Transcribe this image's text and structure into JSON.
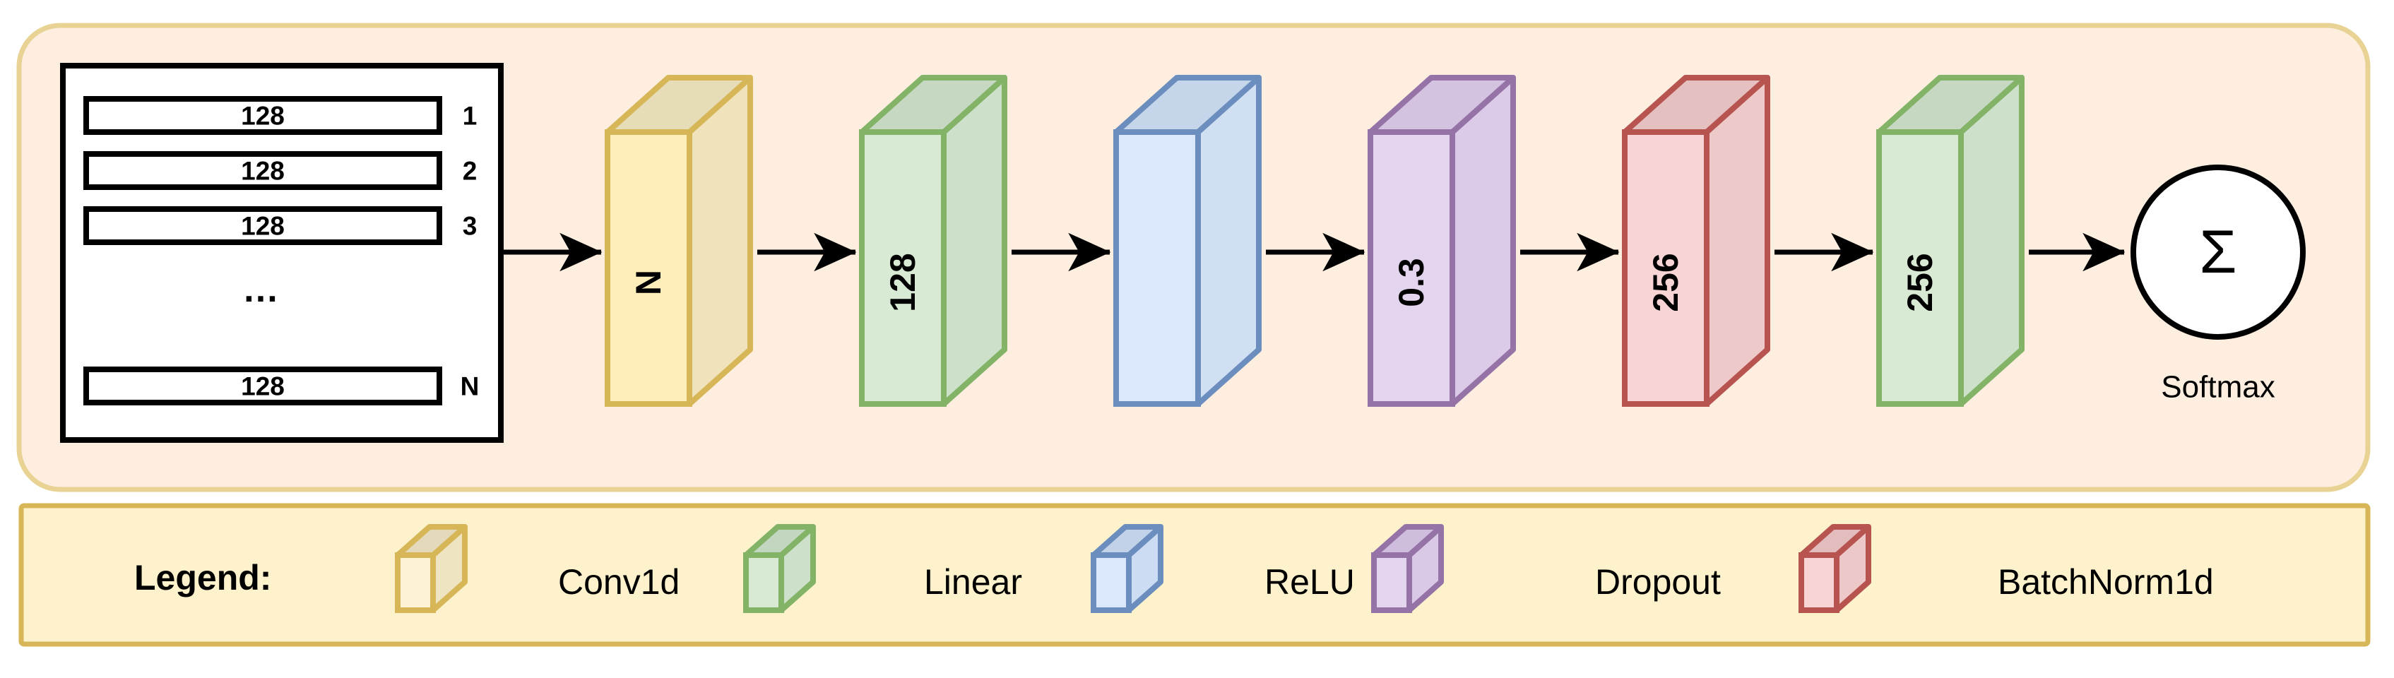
{
  "diagram": {
    "title_hidden": "",
    "panel": {
      "background": "#fdeee0",
      "border": "#e8d394"
    },
    "input_block": {
      "name": "input-sequence-block",
      "border": "#000000",
      "fill": "#ffffff",
      "rows": [
        {
          "value": "128",
          "index": "1"
        },
        {
          "value": "128",
          "index": "2"
        },
        {
          "value": "128",
          "index": "3"
        },
        {
          "value": "…",
          "index": ""
        },
        {
          "value": "128",
          "index": "N"
        }
      ],
      "ellipsis": "…"
    },
    "layers": [
      {
        "name": "conv1d-block",
        "label": "N",
        "type": "Conv1d",
        "fill": "#fdeeba",
        "side": "#f0e2bb",
        "top": "#e6dcb8",
        "stroke": "#d6b656"
      },
      {
        "name": "linear-block-1",
        "label": "128",
        "type": "Linear",
        "fill": "#d8ead3",
        "side": "#cde0ca",
        "top": "#c6d8c2",
        "stroke": "#82b366"
      },
      {
        "name": "relu-block",
        "label": "",
        "type": "ReLU",
        "fill": "#dbe8fb",
        "side": "#d0dff2",
        "top": "#c6d6ea",
        "stroke": "#6c8ebf"
      },
      {
        "name": "dropout-block",
        "label": "0.3",
        "type": "Dropout",
        "fill": "#e4d5ef",
        "side": "#dccbe8",
        "top": "#d3c2e0",
        "stroke": "#9673a6"
      },
      {
        "name": "batchnorm-block",
        "label": "256",
        "type": "BatchNorm1d",
        "fill": "#f8d4d4",
        "side": "#edc9c9",
        "top": "#e4c0c0",
        "stroke": "#b85450"
      },
      {
        "name": "linear-block-2",
        "label": "256",
        "type": "Linear",
        "fill": "#d8ead3",
        "side": "#cde0ca",
        "top": "#c6d8c2",
        "stroke": "#82b366"
      }
    ],
    "output": {
      "name": "softmax-node",
      "symbol": "Σ",
      "caption": "Softmax",
      "fill": "#ffffff",
      "stroke": "#000000"
    },
    "arrow_color": "#000000"
  },
  "legend": {
    "title": "Legend:",
    "background": "#fdf2cc",
    "border": "#d6b656",
    "items": [
      {
        "label": "Conv1d",
        "fill": "#fdf3d4",
        "side": "#efe4c2",
        "top": "#e4dabb",
        "stroke": "#d6b656"
      },
      {
        "label": "Linear",
        "fill": "#d8ead3",
        "side": "#cde0ca",
        "top": "#c3d6c0",
        "stroke": "#82b366"
      },
      {
        "label": "ReLU",
        "fill": "#dbe8fb",
        "side": "#ccdcf2",
        "top": "#c2d2e8",
        "stroke": "#6c8ebf"
      },
      {
        "label": "Dropout",
        "fill": "#e4d5ef",
        "side": "#d9c8e6",
        "top": "#cfbddd",
        "stroke": "#9673a6"
      },
      {
        "label": "BatchNorm1d",
        "fill": "#f8d4d4",
        "side": "#edc8c8",
        "top": "#e3bdbd",
        "stroke": "#b85450"
      }
    ]
  }
}
